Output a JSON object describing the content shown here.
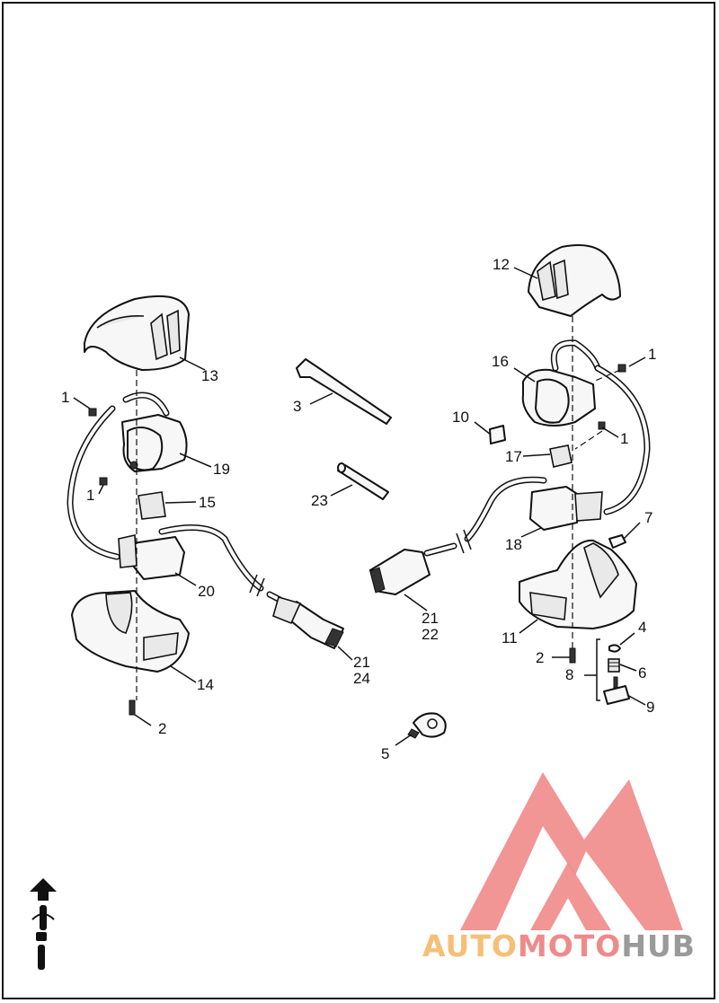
{
  "callouts": {
    "c12": "12",
    "c13": "13",
    "c1a": "1",
    "c1b": "1",
    "c1c": "1",
    "c1d": "1",
    "c16": "16",
    "c19": "19",
    "c3": "3",
    "c10": "10",
    "c17": "17",
    "c15": "15",
    "c23": "23",
    "c18": "18",
    "c7": "7",
    "c20": "20",
    "c21a": "21",
    "c22": "22",
    "c11": "11",
    "c4": "4",
    "c2a": "2",
    "c6": "6",
    "c8": "8",
    "c9": "9",
    "c14": "14",
    "c21b": "21",
    "c24": "24",
    "c2b": "2",
    "c5": "5"
  },
  "watermark": {
    "part1": "AUTO",
    "part2": "MOTO",
    "part3": "HUB"
  },
  "colors": {
    "logo_red": "#f08a8a",
    "logo_orange": "#f5c076",
    "logo_gray": "#9a9a9a"
  },
  "icons": {
    "orientation": "front-arrow-motorcycle-icon"
  }
}
